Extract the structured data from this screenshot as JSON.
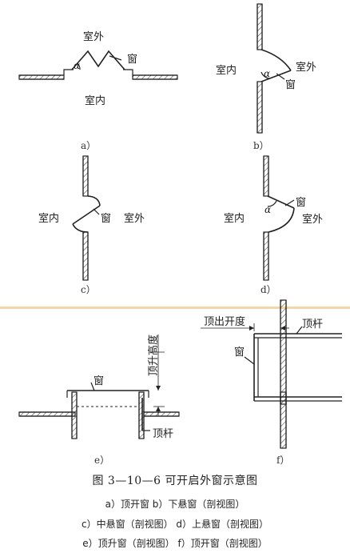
{
  "figure": {
    "title": "图 3—10—6   可开启外窗示意图",
    "caption_lines": [
      "a）顶开窗  b）下悬窗（剖视图）",
      "c）中悬窗（剖视图） d）上悬窗（剖视图）",
      "e）顶升窗（剖视图） f）顶开窗（剖视图）"
    ]
  },
  "labels": {
    "outdoor": "室外",
    "indoor": "室内",
    "window": "窗",
    "alpha": "α",
    "lift_height": "顶升高度",
    "push_out_distance": "顶出开度",
    "top_rod": "顶杆"
  },
  "panels": {
    "a": "a）",
    "b": "b）",
    "c": "c）",
    "d": "d）",
    "e": "e）",
    "f": "f）"
  },
  "colors": {
    "line": "#222222",
    "separator": "#f3d6a5"
  }
}
